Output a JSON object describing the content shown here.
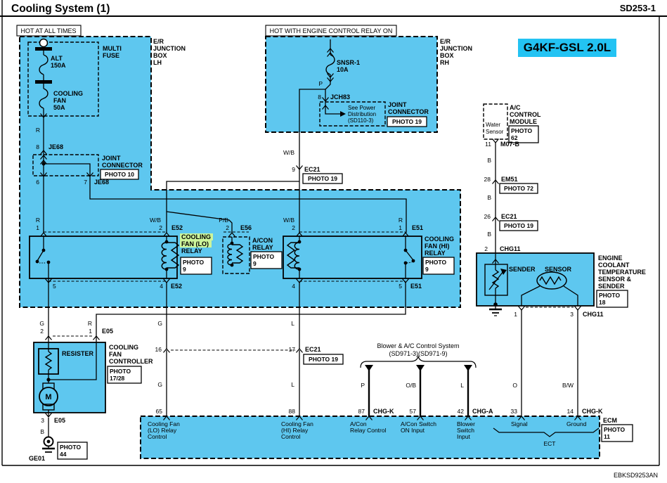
{
  "header": {
    "title": "Cooling System (1)",
    "code": "SD253-1",
    "plate": "EBKSD9253AN"
  },
  "badge": "G4KF-GSL 2.0L",
  "banners": {
    "b1": "HOT AT ALL TIMES",
    "b2": "HOT WITH ENGINE CONTROL RELAY ON"
  },
  "wire": {
    "r": "R",
    "g": "G",
    "b": "B",
    "l": "L",
    "p": "P",
    "o": "O",
    "wb": "W/B",
    "pb": "P/B",
    "ob": "O/B",
    "bw": "B/W"
  },
  "er_lh": [
    "E/R",
    "JUNCTION",
    "BOX",
    "LH"
  ],
  "er_rh": [
    "E/R",
    "JUNCTION",
    "BOX",
    "RH"
  ],
  "multifuse": {
    "label": [
      "MULTI",
      "FUSE"
    ],
    "alt": [
      "ALT",
      "150A"
    ],
    "fan": [
      "COOLING",
      "FAN",
      "50A"
    ]
  },
  "snsr": [
    "SNSR-1",
    "10A"
  ],
  "jch83": {
    "pin": "8",
    "name": "JCH83",
    "jc": [
      "JOINT",
      "CONNECTOR"
    ],
    "photo": "PHOTO 19",
    "note": [
      "See Power",
      "Distribution",
      "(SD110-3)"
    ]
  },
  "je68": {
    "pin8": "8",
    "pin6": "6",
    "pin7": "7",
    "name": "JE68",
    "jc": [
      "JOINT",
      "CONNECTOR"
    ],
    "photo": "PHOTO 10"
  },
  "ec21_9": {
    "pin": "9",
    "name": "EC21",
    "photo": "PHOTO 19"
  },
  "lo_relay": {
    "name": [
      "COOLING",
      "FAN (LO)",
      "RELAY"
    ],
    "photo": [
      "PHOTO",
      "9"
    ],
    "p1": "1",
    "p2": "2",
    "p4": "4",
    "p5": "5",
    "conn": "E52"
  },
  "acon_relay": {
    "name": [
      "A/CON",
      "RELAY"
    ],
    "photo": [
      "PHOTO",
      "9"
    ],
    "p2": "2",
    "conn": "E56"
  },
  "hi_relay": {
    "name": [
      "COOLING",
      "FAN (HI)",
      "RELAY"
    ],
    "photo": [
      "PHOTO",
      "9"
    ],
    "p1": "1",
    "p2": "2",
    "p4": "4",
    "p5": "5",
    "conn": "E51"
  },
  "ec21_16": {
    "p16": "16",
    "p17": "17",
    "name": "EC21",
    "photo": "PHOTO 19"
  },
  "controller": {
    "name": [
      "COOLING",
      "FAN",
      "CONTROLLER"
    ],
    "photo": [
      "PHOTO",
      "17/28"
    ],
    "resister": "RESISTER",
    "motor": "M",
    "p1": "1",
    "p2": "2",
    "p3": "3",
    "conn": "E05"
  },
  "ge01": {
    "name": "GE01",
    "photo": [
      "PHOTO",
      "44"
    ]
  },
  "blower": {
    "l1": "Blower & A/C Control System",
    "l2": "(SD971-3)(SD971-9)"
  },
  "acm": {
    "name": [
      "A/C",
      "CONTROL",
      "MODULE"
    ],
    "photo": [
      "PHOTO",
      "62"
    ],
    "water": [
      "Water",
      "Sensor"
    ],
    "pin": "11",
    "conn": "M07-B"
  },
  "em51": {
    "pin": "28",
    "name": "EM51",
    "photo": "PHOTO 72"
  },
  "ec21_26": {
    "pin": "26",
    "name": "EC21",
    "photo": "PHOTO 19"
  },
  "chg11": {
    "pin2": "2",
    "p1": "1",
    "p3": "3",
    "name": "CHG11"
  },
  "ect": {
    "name": [
      "ENGINE",
      "COOLANT",
      "TEMPERATURE",
      "SENSOR &",
      "SENDER"
    ],
    "photo": [
      "PHOTO",
      "18"
    ],
    "sender": "SENDER",
    "sensor": "SENSOR"
  },
  "ecm": {
    "name": "ECM",
    "photo": [
      "PHOTO",
      "11"
    ],
    "p65": "65",
    "p88": "88",
    "p87": "87",
    "p57": "57",
    "p42": "42",
    "p33": "33",
    "p14": "14",
    "chgk": "CHG-K",
    "chga": "CHG-A",
    "f65": [
      "Cooling Fan",
      "(LO) Relay",
      "Control"
    ],
    "f88": [
      "Cooling Fan",
      "(HI) Relay",
      "Control"
    ],
    "f87": [
      "A/Con",
      "Relay Control"
    ],
    "f57": [
      "A/Con Switch",
      "ON Input"
    ],
    "f42": [
      "Blower",
      "Switch",
      "Input"
    ],
    "f33": "Signal",
    "f14": "Ground",
    "brace": "ECT"
  },
  "colors": {
    "harness": "#5ec7ef",
    "badge": "#23c3f3",
    "highlight": "#cdf59b"
  }
}
